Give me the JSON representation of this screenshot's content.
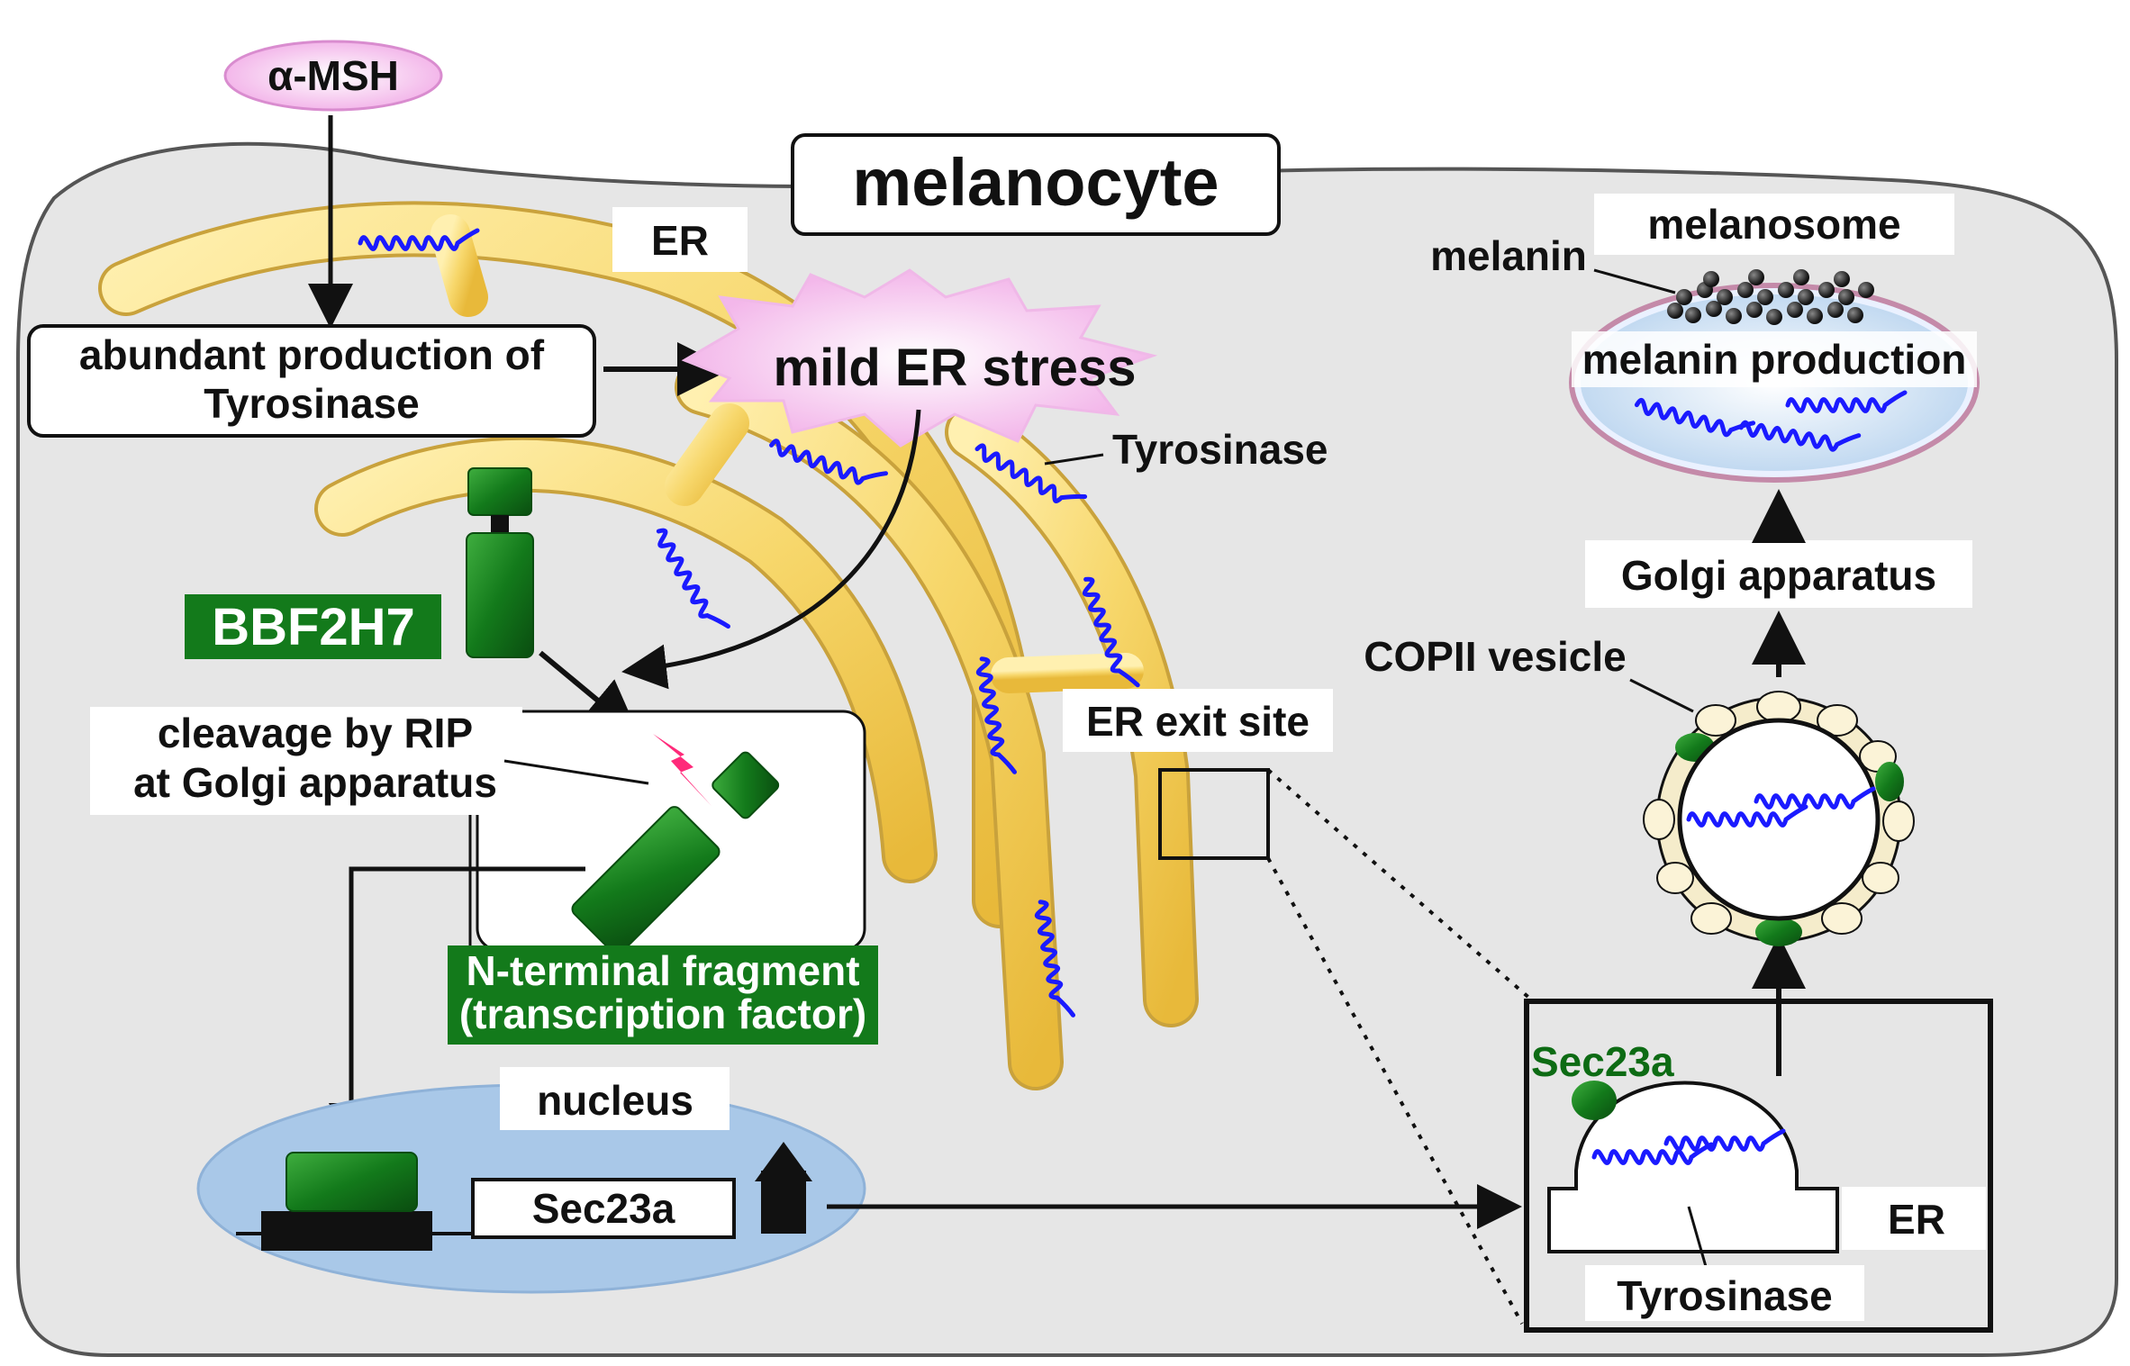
{
  "diagram": {
    "title": "melanocyte",
    "signal": "α-MSH",
    "production_box": [
      "abundant production of",
      "Tyrosinase"
    ],
    "stress_label": "mild ER stress",
    "er_label": "ER",
    "tyrosinase_label": "Tyrosinase",
    "bbf2h7_label": "BBF2H7",
    "cleavage_label": [
      "cleavage by RIP",
      "at Golgi apparatus"
    ],
    "fragment_label": [
      "N-terminal fragment",
      "(transcription factor)"
    ],
    "nucleus_label": "nucleus",
    "gene_label": "Sec23a",
    "er_exit_label": "ER exit site",
    "inset": {
      "sec23a_label": "Sec23a",
      "er_label": "ER",
      "tyrosinase_label": "Tyrosinase"
    },
    "copii_label": "COPII vesicle",
    "golgi_label": "Golgi apparatus",
    "melanosome_label": "melanosome",
    "melanin_label": "melanin",
    "melanin_production_label": "melanin production",
    "colors": {
      "cell_fill": "#e6e6e6",
      "er_yellow": "#f7d76b",
      "protein_green": "#137a1b",
      "tyrosinase_blue": "#1a1aff",
      "nucleus_blue": "#a9c8e8",
      "stress_pink": "#f7c6ef"
    }
  }
}
